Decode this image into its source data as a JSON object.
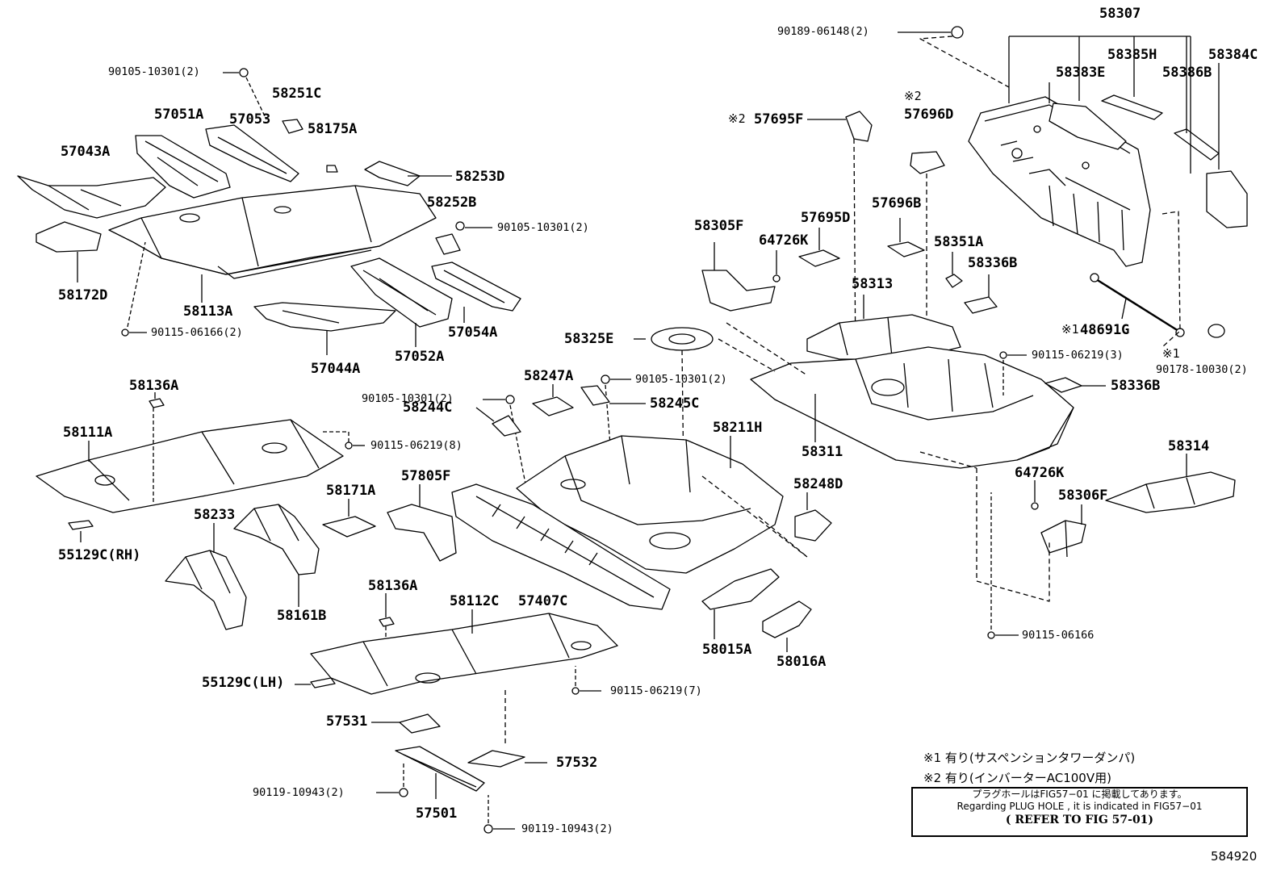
{
  "figure_id": "584920",
  "parts": [
    {
      "id": "p58307",
      "text": "58307"
    },
    {
      "id": "p90189",
      "text": "90189-06148(2)"
    },
    {
      "id": "p58385H",
      "text": "58385H"
    },
    {
      "id": "p58384C",
      "text": "58384C"
    },
    {
      "id": "p58383E",
      "text": "58383E"
    },
    {
      "id": "p58386B",
      "text": "58386B"
    },
    {
      "id": "p90105a",
      "text": "90105-10301(2)"
    },
    {
      "id": "p58251C",
      "text": "58251C"
    },
    {
      "id": "p57051A",
      "text": "57051A"
    },
    {
      "id": "p57053",
      "text": "57053"
    },
    {
      "id": "p58175A",
      "text": "58175A"
    },
    {
      "id": "p57043A",
      "text": "57043A"
    },
    {
      "id": "p58253D",
      "text": "58253D"
    },
    {
      "id": "p58252B",
      "text": "58252B"
    },
    {
      "id": "p90105b",
      "text": "90105-10301(2)"
    },
    {
      "id": "p58172D",
      "text": "58172D"
    },
    {
      "id": "p58113A",
      "text": "58113A"
    },
    {
      "id": "p90115a",
      "text": "90115-06166(2)"
    },
    {
      "id": "p57044A",
      "text": "57044A"
    },
    {
      "id": "p57052A",
      "text": "57052A"
    },
    {
      "id": "p57054A",
      "text": "57054A"
    },
    {
      "id": "p57695F",
      "text": "57695F"
    },
    {
      "id": "p57696D",
      "text": "57696D"
    },
    {
      "id": "p58305F",
      "text": "58305F"
    },
    {
      "id": "p64726Ka",
      "text": "64726K"
    },
    {
      "id": "p57695D",
      "text": "57695D"
    },
    {
      "id": "p57696B",
      "text": "57696B"
    },
    {
      "id": "p58351A",
      "text": "58351A"
    },
    {
      "id": "p58336Ba",
      "text": "58336B"
    },
    {
      "id": "p58313",
      "text": "58313"
    },
    {
      "id": "p48691G",
      "text": "48691G"
    },
    {
      "id": "p58325E",
      "text": "58325E"
    },
    {
      "id": "p90115b",
      "text": "90115-06219(3)"
    },
    {
      "id": "p90178",
      "text": "90178-10030(2)"
    },
    {
      "id": "p58336Bb",
      "text": "58336B"
    },
    {
      "id": "p58136Aa",
      "text": "58136A"
    },
    {
      "id": "p90105c",
      "text": "90105-10301(2)"
    },
    {
      "id": "p58247A",
      "text": "58247A"
    },
    {
      "id": "p90105d",
      "text": "90105-10301(2)"
    },
    {
      "id": "p58245C",
      "text": "58245C"
    },
    {
      "id": "p58244C",
      "text": "58244C"
    },
    {
      "id": "p58111A",
      "text": "58111A"
    },
    {
      "id": "p90115c",
      "text": "90115-06219(8)"
    },
    {
      "id": "p58211H",
      "text": "58211H"
    },
    {
      "id": "p58311",
      "text": "58311"
    },
    {
      "id": "p58314",
      "text": "58314"
    },
    {
      "id": "p58171A",
      "text": "58171A"
    },
    {
      "id": "p57805F",
      "text": "57805F"
    },
    {
      "id": "p58248D",
      "text": "58248D"
    },
    {
      "id": "p64726Kb",
      "text": "64726K"
    },
    {
      "id": "p58233",
      "text": "58233"
    },
    {
      "id": "p58306F",
      "text": "58306F"
    },
    {
      "id": "p55129RH",
      "text": "55129C(RH)"
    },
    {
      "id": "p58161B",
      "text": "58161B"
    },
    {
      "id": "p58136Ab",
      "text": "58136A"
    },
    {
      "id": "p58112C",
      "text": "58112C"
    },
    {
      "id": "p57407C",
      "text": "57407C"
    },
    {
      "id": "p58015A",
      "text": "58015A"
    },
    {
      "id": "p58016A",
      "text": "58016A"
    },
    {
      "id": "p90115d",
      "text": "90115-06166"
    },
    {
      "id": "p55129LH",
      "text": "55129C(LH)"
    },
    {
      "id": "p90115e",
      "text": "90115-06219(7)"
    },
    {
      "id": "p57531",
      "text": "57531"
    },
    {
      "id": "p57532",
      "text": "57532"
    },
    {
      "id": "p90119a",
      "text": "90119-10943(2)"
    },
    {
      "id": "p57501",
      "text": "57501"
    },
    {
      "id": "p90119b",
      "text": "90119-10943(2)"
    }
  ],
  "markers": {
    "note1_mark": "※2",
    "note2_mark": "※2",
    "note3_mark": "※1",
    "note4_mark": "※1"
  },
  "legend": {
    "line1": "※1 有り(サスペンションタワーダンパ)",
    "line2": "※2 有り(インバーターAC100V用)"
  },
  "refbox": {
    "line1": "プラグホールはFIG57−01 に掲載してあります。",
    "line2": "Regarding PLUG HOLE , it is indicated in FIG57−01",
    "line3": "( REFER TO FIG 57-01)"
  }
}
